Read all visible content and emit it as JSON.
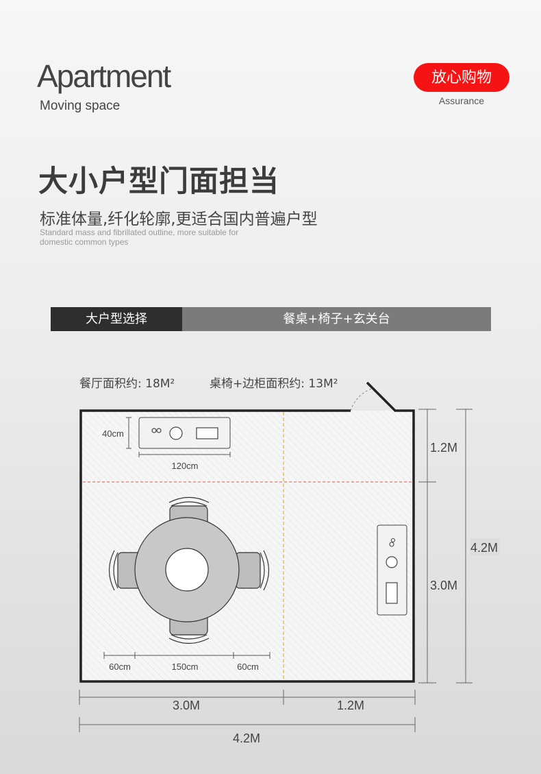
{
  "header": {
    "brand_title": "Apartment",
    "brand_subtitle": "Moving space",
    "badge_label": "放心购物",
    "badge_subtitle": "Assurance"
  },
  "intro": {
    "headline": "大小户型门面担当",
    "subline": "标准体量,纤化轮廓,更适合国内普遍户型",
    "english_desc": "Standard mass and fibrillated outline, more suitable for domestic common types"
  },
  "tabs": {
    "left_label": "大户型选择",
    "right_label": "餐桌+椅子+玄关台"
  },
  "areas": {
    "dining_area": "餐厅面积约: 18M²",
    "furniture_area": "桌椅+边柜面积约: 13M²"
  },
  "dimensions": {
    "console_depth": "40cm",
    "console_width": "120cm",
    "chair_gap_left": "60cm",
    "table_width": "150cm",
    "chair_gap_right": "60cm",
    "height_top": "1.2M",
    "height_bottom": "3.0M",
    "height_total": "4.2M",
    "width_left": "3.0M",
    "width_right": "1.2M",
    "width_total": "4.2M"
  },
  "colors": {
    "badge_red": "#f51313",
    "tab_dark": "#2e2e2e",
    "tab_gray": "#7b7b7b",
    "red_guide": "#e2574c",
    "yellow_guide": "#e8c44a"
  },
  "icons": {
    "console_icons": [
      "infinity-icon",
      "circle-icon",
      "rectangle-icon"
    ],
    "cabinet_icons": [
      "vase-icon",
      "circle-icon",
      "rectangle-icon"
    ]
  }
}
